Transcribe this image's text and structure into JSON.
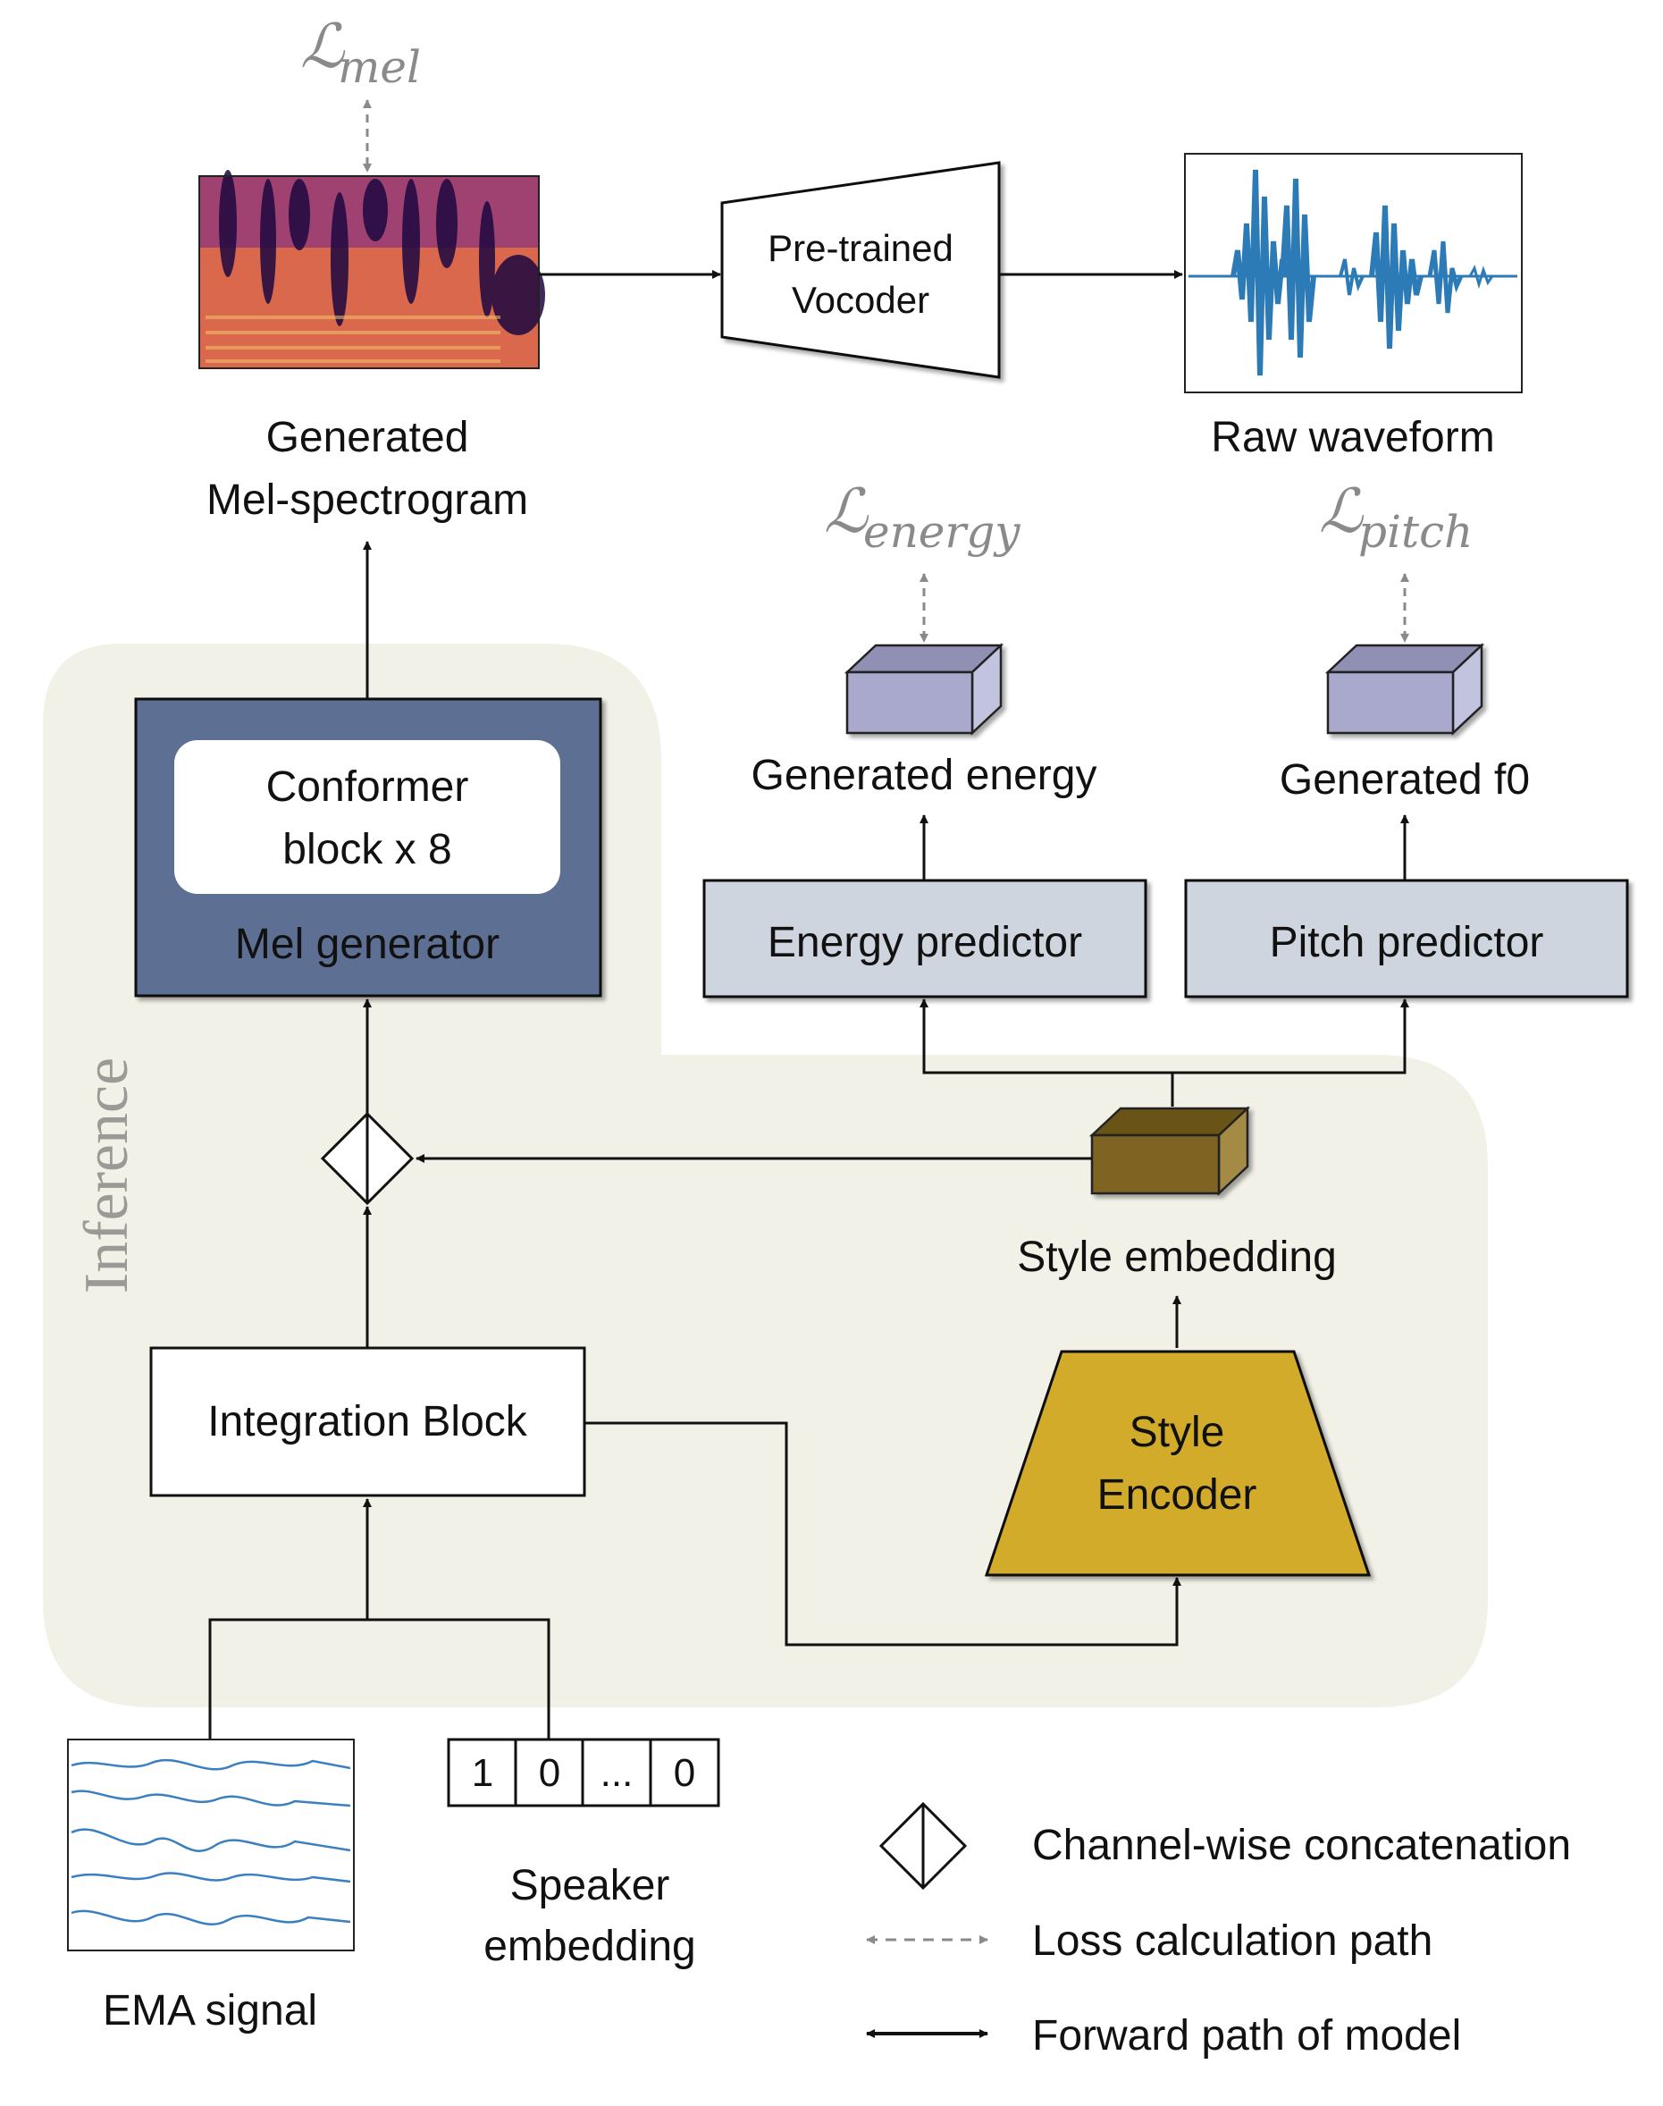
{
  "losses": {
    "mel": {
      "symbol": "ℒ",
      "sub": "mel"
    },
    "energy": {
      "symbol": "ℒ",
      "sub": "energy"
    },
    "pitch": {
      "symbol": "ℒ",
      "sub": "pitch"
    }
  },
  "labels": {
    "generated_mel_line1": "Generated",
    "generated_mel_line2": "Mel-spectrogram",
    "vocoder_line1": "Pre-trained",
    "vocoder_line2": "Vocoder",
    "raw_waveform": "Raw waveform",
    "generated_energy": "Generated energy",
    "generated_f0": "Generated f0",
    "conformer_line1": "Conformer",
    "conformer_line2": "block x 8",
    "mel_generator": "Mel generator",
    "energy_predictor": "Energy predictor",
    "pitch_predictor": "Pitch predictor",
    "inference": "Inference",
    "style_embedding": "Style embedding",
    "integration_block": "Integration Block",
    "style_encoder_line1": "Style",
    "style_encoder_line2": "Encoder",
    "ema_signal": "EMA signal",
    "speaker_embedding_line1": "Speaker",
    "speaker_embedding_line2": "embedding"
  },
  "speaker_vector": [
    "1",
    "0",
    "...",
    "0"
  ],
  "legend": {
    "concat": "Channel-wise concatenation",
    "loss_path": "Loss calculation path",
    "forward_path": "Forward path of model"
  },
  "colors": {
    "inference_region": "#f2f1e8",
    "mel_generator": "#5d7093",
    "predictor_box": "#cfd5de",
    "cube_output": "#a8a9cc",
    "style_cube": "#7f6420",
    "style_encoder": "#d2ab2c",
    "waveform": "#2c7bb6",
    "ema_trace": "#3a7fc0",
    "loss_text": "#8a8a8a"
  }
}
